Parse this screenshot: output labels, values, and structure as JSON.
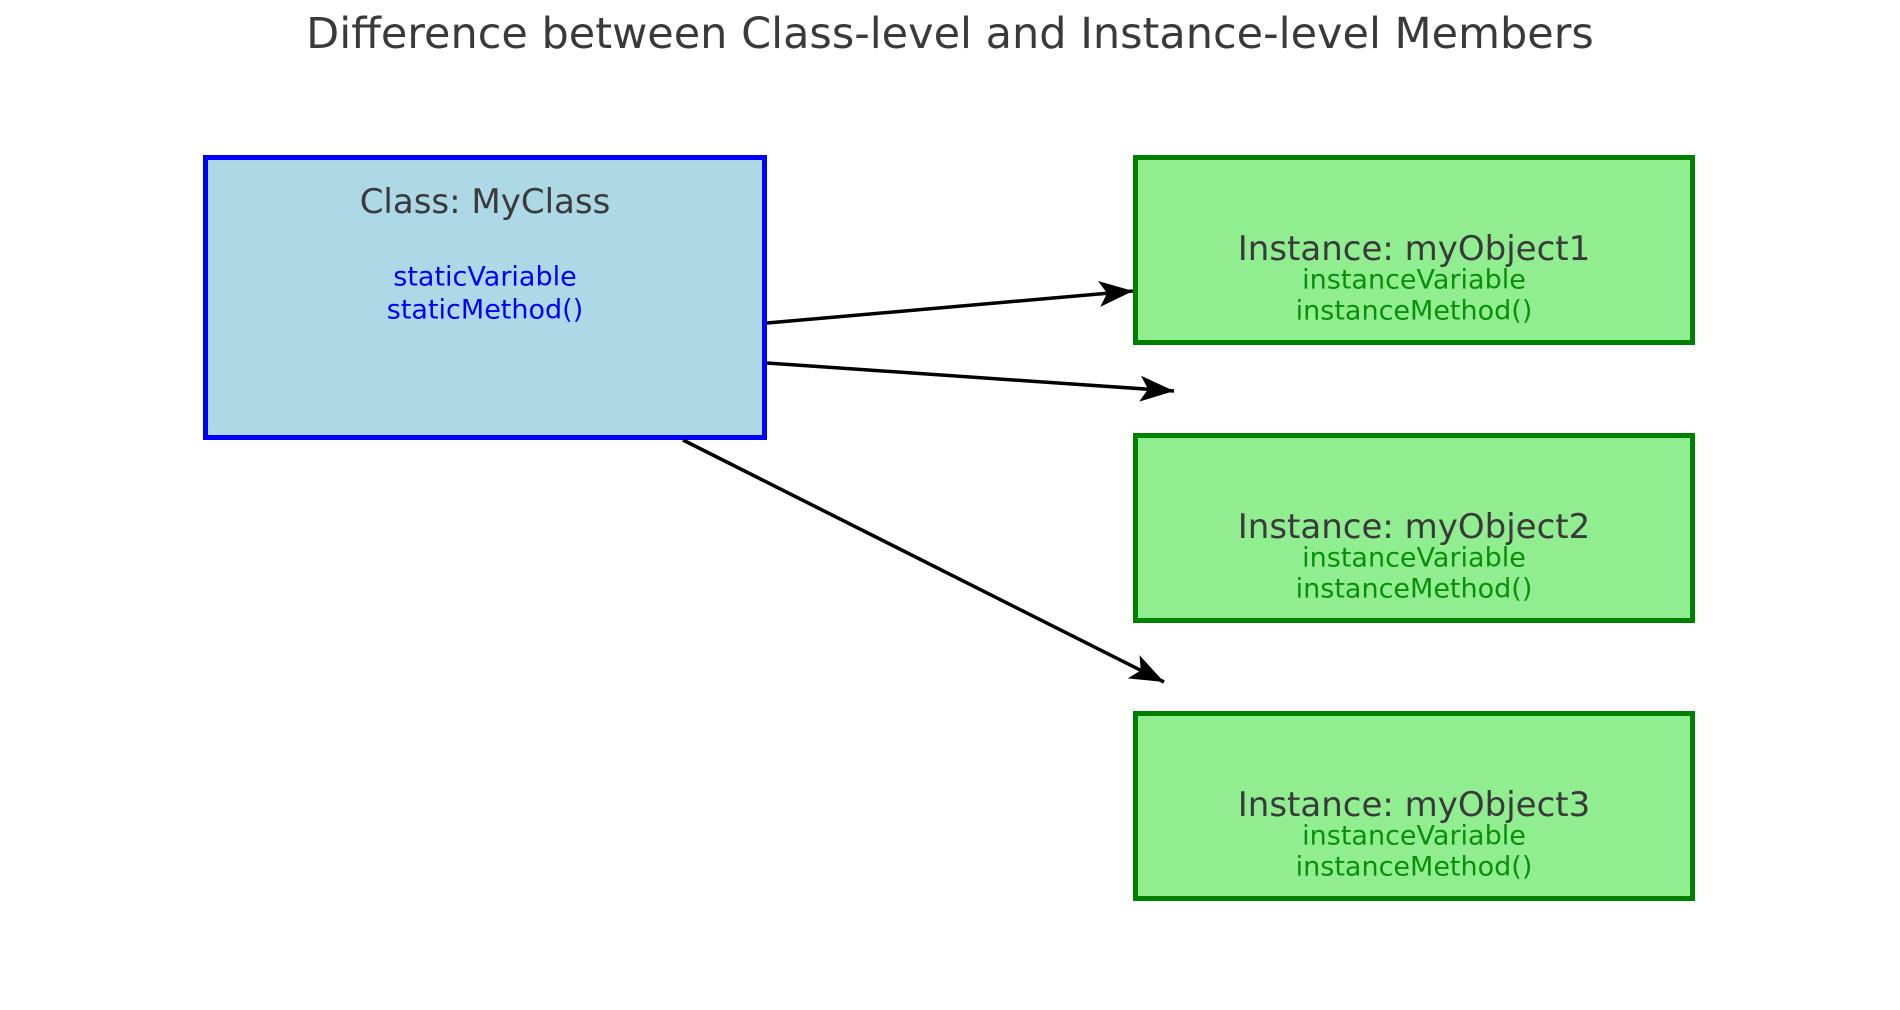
{
  "title": "Difference between Class-level and Instance-level Members",
  "colors": {
    "background": "#ffffff",
    "heading_text": "#3a3a3a",
    "class_fill": "#add8e6",
    "class_border": "#0000ff",
    "class_member_text": "#0000ff",
    "instance_fill": "#90ee90",
    "instance_border": "#008000",
    "instance_member_text": "#0a8f0a",
    "arrow": "#000000"
  },
  "class_box": {
    "title": "Class: MyClass",
    "members": [
      "staticVariable",
      "staticMethod()"
    ]
  },
  "instance_boxes": [
    {
      "title": "Instance: myObject1",
      "members": [
        "instanceVariable",
        "instanceMethod()"
      ]
    },
    {
      "title": "Instance: myObject2",
      "members": [
        "instanceVariable",
        "instanceMethod()"
      ]
    },
    {
      "title": "Instance: myObject3",
      "members": [
        "instanceVariable",
        "instanceMethod()"
      ]
    }
  ],
  "edges": [
    {
      "from": "MyClass",
      "to": "myObject1"
    },
    {
      "from": "MyClass",
      "to": "myObject2"
    },
    {
      "from": "MyClass",
      "to": "myObject3"
    }
  ]
}
